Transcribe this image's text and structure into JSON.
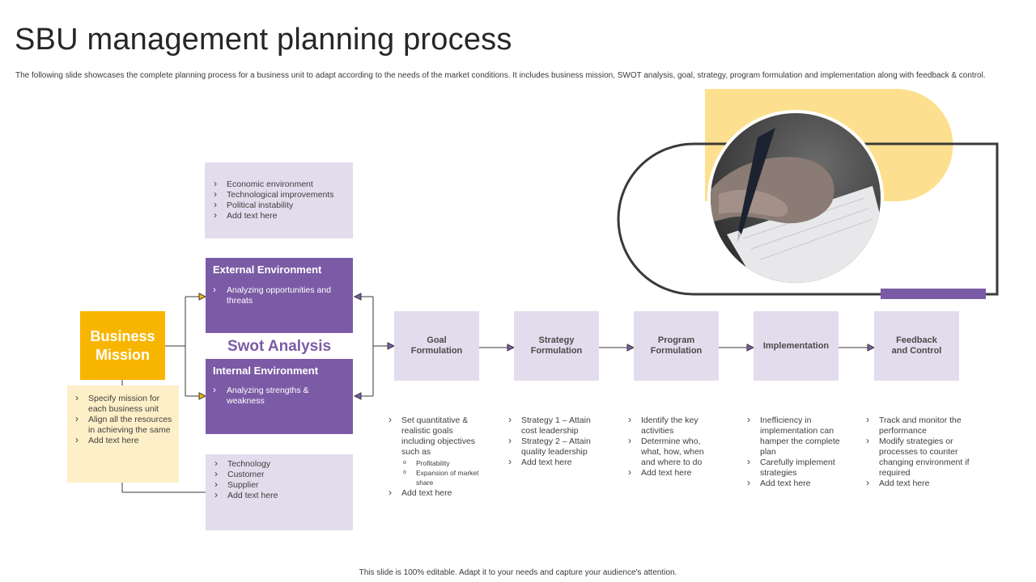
{
  "header": {
    "title": "SBU management planning process",
    "subtitle": "The following slide showcases the complete planning process for a business unit to adapt according to the needs of the market conditions. It includes business mission, SWOT analysis, goal, strategy, program formulation and implementation along with feedback & control."
  },
  "colors": {
    "purple": "#7b5ba6",
    "lavender": "#e2dcec",
    "yellow": "#f8b500",
    "cream": "#fdefc7",
    "pale_yellow": "#fde08f"
  },
  "business_mission": {
    "label_line1": "Business",
    "label_line2": "Mission",
    "items": [
      "Specify mission for each business unit",
      "Align all the resources in achieving the same",
      "Add text here"
    ]
  },
  "external_factors": [
    "Economic environment",
    "Technological improvements",
    "Political instability",
    "Add text here"
  ],
  "external_environment": {
    "title": "External Environment",
    "items": [
      "Analyzing opportunities and threats"
    ]
  },
  "swot_label": "Swot Analysis",
  "internal_environment": {
    "title": "Internal Environment",
    "items": [
      "Analyzing strengths & weakness"
    ]
  },
  "internal_factors": [
    "Technology",
    "Customer",
    "Supplier",
    "Add text here"
  ],
  "steps": [
    {
      "line1": "Goal",
      "line2": "Formulation"
    },
    {
      "line1": "Strategy",
      "line2": "Formulation"
    },
    {
      "line1": "Program",
      "line2": "Formulation"
    },
    {
      "line1": "Implementation",
      "line2": ""
    },
    {
      "line1": "Feedback",
      "line2": "and Control"
    }
  ],
  "goal_desc": {
    "item1": "Set quantitative & realistic goals including objectives such as",
    "sub": [
      "Profitability",
      "Expansion of market share"
    ],
    "item2": "Add text here"
  },
  "strategy_desc": [
    "Strategy 1 – Attain cost leadership",
    "Strategy 2 – Attain quality leadership",
    "Add text here"
  ],
  "program_desc": [
    "Identify the key activities",
    "Determine who, what, how, when and where to do",
    "Add text here"
  ],
  "implementation_desc": [
    "Inefficiency in implementation can hamper the complete plan",
    "Carefully implement strategies",
    "Add text here"
  ],
  "feedback_desc": [
    "Track and monitor the performance",
    "Modify strategies or processes to counter changing environment if required",
    "Add text here"
  ],
  "footer": "This slide is 100% editable. Adapt it to your needs and capture your audience's attention."
}
